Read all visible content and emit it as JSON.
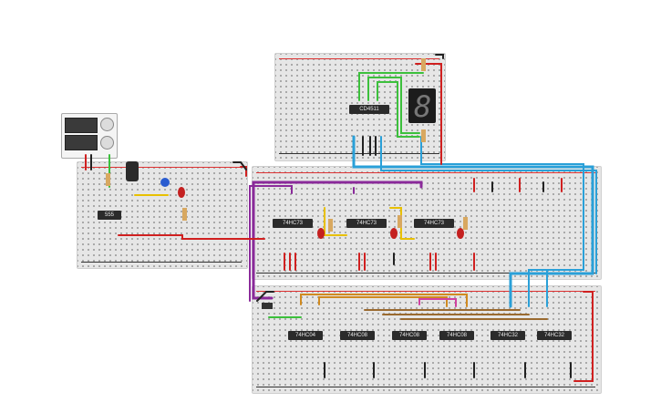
{
  "chips": {
    "cd4511": "CD4511",
    "timer": "555",
    "ff1": "74HC73",
    "ff2": "74HC73",
    "ff3": "74HC73",
    "g1": "74HC04",
    "g2": "74HC08",
    "g3": "74HC08",
    "g4": "74HC08",
    "g5": "74HC32",
    "g6": "74HC32"
  },
  "display": {
    "digit": "8"
  },
  "colors": {
    "wire_blue": "#2aa0d8",
    "wire_purple": "#8a2a9a",
    "wire_green": "#3cc03c",
    "wire_red": "#d02020",
    "wire_orange": "#d08a20",
    "wire_yellow": "#e8c000"
  }
}
